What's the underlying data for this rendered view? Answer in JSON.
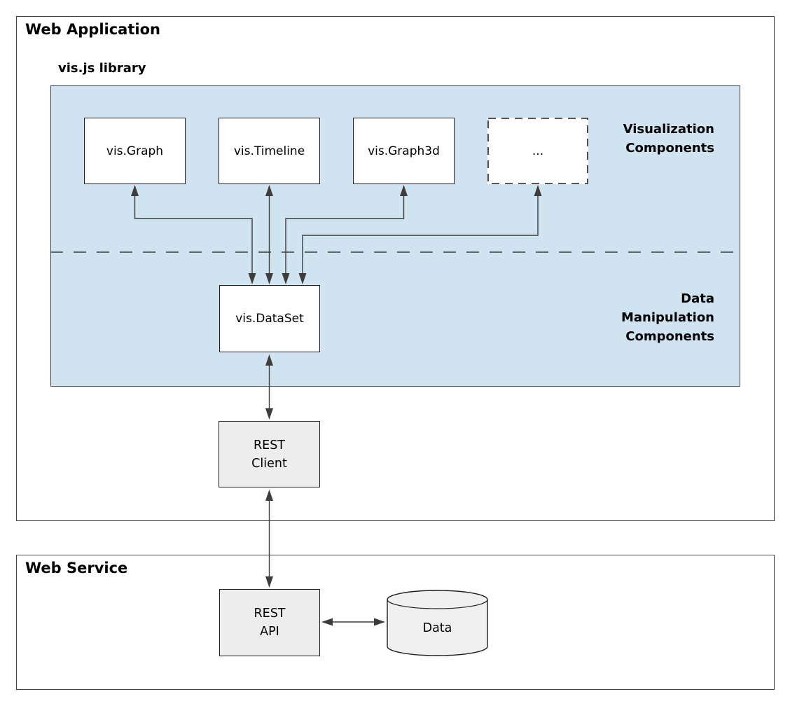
{
  "colors": {
    "library_bg": "#cfe3f1",
    "component_fill": "#ffffff",
    "gray_fill": "#ededed",
    "cylinder_fill": "#f0f0f0",
    "line": "#3d3d3d",
    "box_border": "#1f1f1f",
    "container_border": "#424242",
    "text": "#000000"
  },
  "web_application": {
    "title": "Web Application",
    "library": {
      "label": "vis.js library",
      "components": [
        {
          "label": "vis.Graph"
        },
        {
          "label": "vis.Timeline"
        },
        {
          "label": "vis.Graph3d"
        },
        {
          "label": "..."
        }
      ],
      "visualization_label": "Visualization\nComponents",
      "data_manipulation_label": "Data\nManipulation\nComponents",
      "dataset": {
        "label": "vis.DataSet"
      }
    },
    "rest_client": {
      "label": "REST\nClient"
    }
  },
  "web_service": {
    "title": "Web Service",
    "rest_api": {
      "label": "REST\nAPI"
    },
    "database": {
      "label": "Data"
    }
  }
}
